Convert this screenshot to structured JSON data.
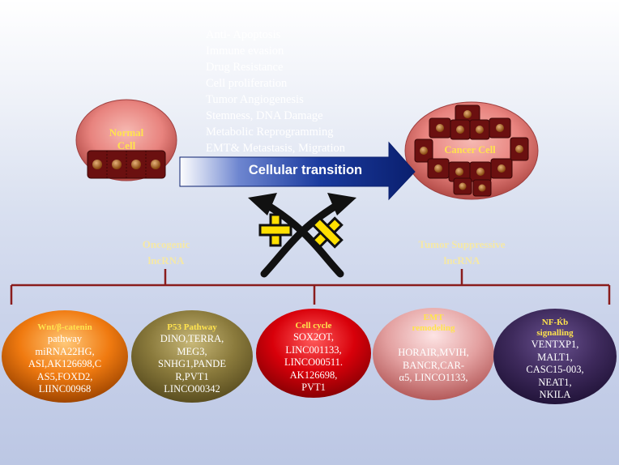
{
  "features": [
    "Anti- Apoptosis",
    "Immune  evasion",
    "Drug Resistance",
    "Cell proliferation",
    "Tumor Angiogenesis",
    "Stemness,  DNA Damage",
    "Metabolic Reprogramming",
    "EMT& Metastasis,  Migration"
  ],
  "normal_cell": {
    "line1": "Normal",
    "line2": "Cell"
  },
  "cancer_cell": "Cancer Cell",
  "transition": "Cellular transition",
  "oncogenic": {
    "line1": "Oncogenic",
    "line2": "lncRNA"
  },
  "tumor_suppressive": {
    "line1": "Tumor Suppressive",
    "line2": "lncRNA"
  },
  "pathways": [
    {
      "title": "Wnt/β-catenin",
      "body": [
        "pathway",
        "miRNA22HG,",
        "ASI,AK126698,C",
        "AS5,FOXD2,",
        "LIINC00968"
      ],
      "color": "#f07a10"
    },
    {
      "title": "P53 Pathway",
      "body": [
        "DINO,TERRA,",
        "MEG3,",
        "SNHG1,PANDE",
        "R,PVT1",
        "LINCO00342"
      ],
      "color": "#8a7a3c"
    },
    {
      "title": "Cell cycle",
      "body": [
        "SOX2OT,",
        "LINC001133,",
        "LINCO00511.",
        "AK126698,",
        "PVT1"
      ],
      "color": "#d8000a"
    },
    {
      "title": "EMT",
      "title2": "remodeling",
      "body": [
        "HORAIR,MVIH,",
        "BANCR,CAR-",
        "α5, LINCO1133,"
      ],
      "color": "#d98585"
    },
    {
      "title": "NF-Ќb",
      "title2": "signalling",
      "body": [
        "VENTXP1,",
        "MALT1,",
        "CASC15-003,",
        "NEAT1,",
        "NKILA"
      ],
      "color": "#3e2a5c"
    }
  ],
  "colors": {
    "cell_pink": "#e8837e",
    "cell_brown": "#6b1010",
    "arrow_blue": "#0d2a8a",
    "bracket": "#8a1c1c",
    "label_yellow": "#ffe34d"
  }
}
